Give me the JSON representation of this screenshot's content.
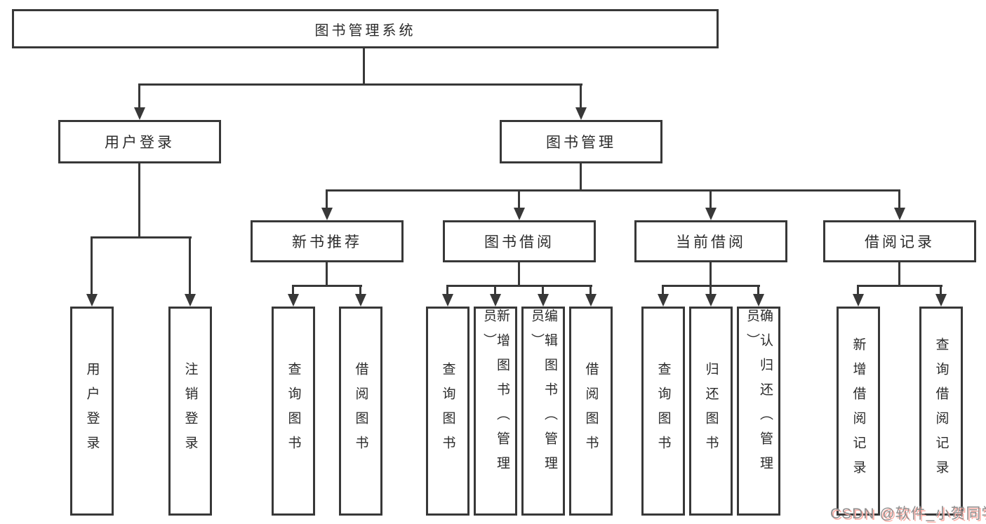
{
  "diagram": {
    "root": {
      "label": "图书管理系统"
    },
    "level2": {
      "user_login": {
        "label": "用户登录"
      },
      "book_management": {
        "label": "图书管理"
      }
    },
    "level3": {
      "new_book_recommendation": {
        "label": "新书推荐"
      },
      "book_borrowing": {
        "label": "图书借阅"
      },
      "current_borrowing": {
        "label": "当前借阅"
      },
      "borrowing_records": {
        "label": "借阅记录"
      }
    },
    "leaves": [
      {
        "label": "用户登录"
      },
      {
        "label": "注销登录"
      },
      {
        "label": "查询图书"
      },
      {
        "label": "借阅图书"
      },
      {
        "label": "查询图书"
      },
      {
        "label": "新增图书（管理员）"
      },
      {
        "label": "编辑图书（管理员）"
      },
      {
        "label": "借阅图书"
      },
      {
        "label": "查询图书"
      },
      {
        "label": "归还图书"
      },
      {
        "label": "确认归还（管理员）"
      },
      {
        "label": "新增借阅记录"
      },
      {
        "label": "查询借阅记录"
      }
    ],
    "colors": {
      "line": "#383838",
      "box_border": "#383838",
      "text": "#2b2b2b",
      "background": "#ffffff",
      "watermark_gray": "#8f8f8f",
      "watermark_pink": "#ffb0a8"
    },
    "watermark": {
      "text": "CSDN @软件_小贺同学"
    }
  }
}
